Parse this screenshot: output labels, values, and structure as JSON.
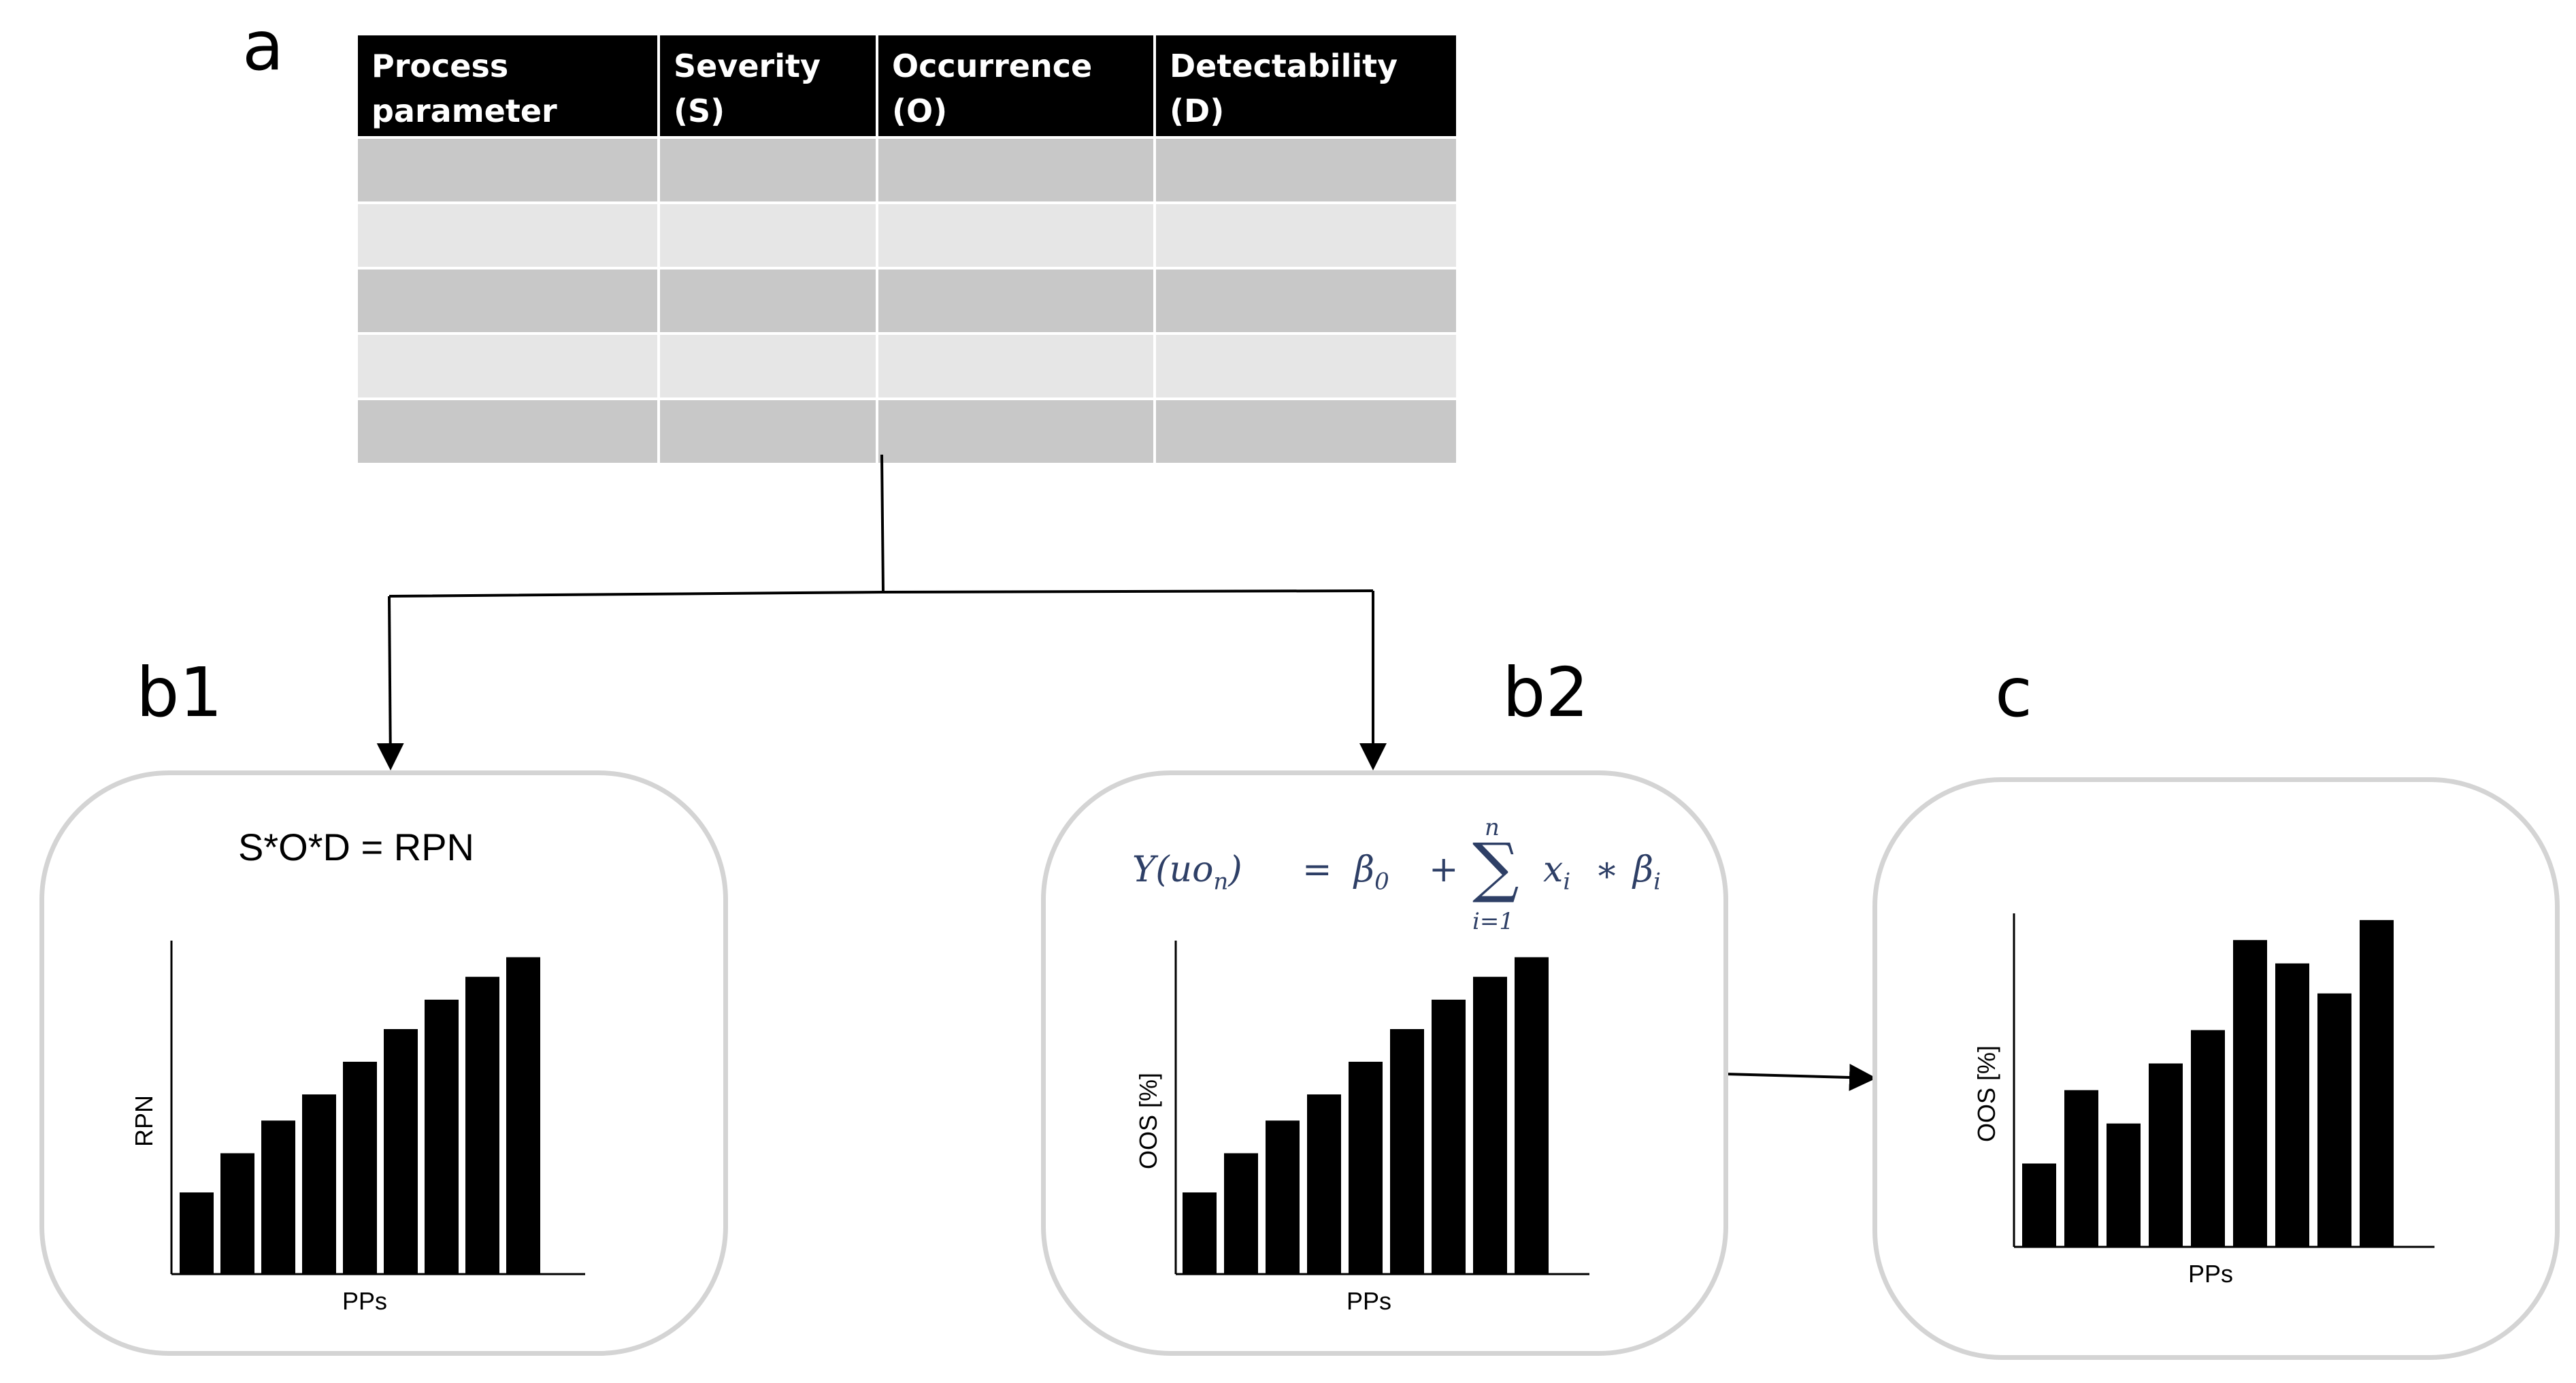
{
  "labels": {
    "a": "a",
    "b1": "b1",
    "b2": "b2",
    "c": "c"
  },
  "fmea_table": {
    "headers": [
      "Process parameter",
      "Severity (S)",
      "Occurrence (O)",
      "Detectability (D)"
    ],
    "empty_rows": 5
  },
  "panel_b1": {
    "formula": "S*O*D = RPN"
  },
  "panel_b2": {
    "formula": {
      "lhs": "Y(uo",
      "lhs_sub": "n",
      "lhs_close": ")",
      "equals": "=",
      "beta0": "β",
      "beta0_sub": "0",
      "plus": "+",
      "sum_symbol": "∑",
      "sum_upper": "n",
      "sum_lower": "i=1",
      "term_x": "x",
      "term_x_sub": "i",
      "times": "∗",
      "term_beta": "β",
      "term_beta_sub": "i"
    }
  },
  "chart_data": [
    {
      "type": "bar",
      "panel": "b1",
      "xlabel": "PPs",
      "ylabel": "RPN",
      "ylim": [
        0,
        100
      ],
      "values": [
        25,
        37,
        47,
        55,
        65,
        75,
        84,
        91,
        97
      ]
    },
    {
      "type": "bar",
      "panel": "b2",
      "xlabel": "PPs",
      "ylabel": "OOS [%]",
      "ylim": [
        0,
        100
      ],
      "values": [
        25,
        37,
        47,
        55,
        65,
        75,
        84,
        91,
        97
      ]
    },
    {
      "type": "bar",
      "panel": "c",
      "xlabel": "PPs",
      "ylabel": "OOS [%]",
      "ylim": [
        0,
        100
      ],
      "values": [
        25,
        47,
        37,
        55,
        65,
        92,
        85,
        76,
        98
      ]
    }
  ],
  "colors": {
    "border": "#d4d4d4",
    "header_bg": "#000000",
    "row_dark": "#c8c8c8",
    "row_light": "#e6e6e6",
    "formula": "#2e3f66",
    "bars": "#000000"
  }
}
